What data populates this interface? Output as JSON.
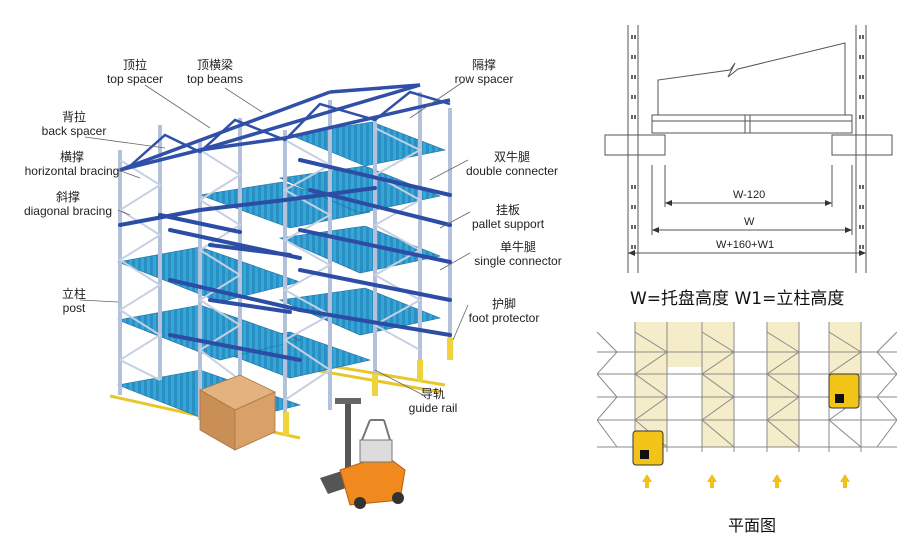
{
  "labels": {
    "top_spacer": {
      "zh": "顶拉",
      "en": "top spacer"
    },
    "top_beams": {
      "zh": "顶横梁",
      "en": "top beams"
    },
    "row_spacer": {
      "zh": "隔撑",
      "en": "row spacer"
    },
    "back_spacer": {
      "zh": "背拉",
      "en": "back spacer"
    },
    "horizontal_bracing": {
      "zh": "横撑",
      "en": "horizontal bracing"
    },
    "diagonal_bracing": {
      "zh": "斜撑",
      "en": "diagonal bracing"
    },
    "double_connecter": {
      "zh": "双牛腿",
      "en": "double connecter"
    },
    "pallet_support": {
      "zh": "挂板",
      "en": "pallet support"
    },
    "single_connector": {
      "zh": "单牛腿",
      "en": "single connector"
    },
    "post": {
      "zh": "立柱",
      "en": "post"
    },
    "foot_protector": {
      "zh": "护脚",
      "en": "foot protector"
    },
    "guide_rail": {
      "zh": "导轨",
      "en": "guide rail"
    }
  },
  "dimensions": {
    "d1": "W-120",
    "d2": "W",
    "d3": "W+160+W1"
  },
  "formula": "W=托盘高度  W1=立柱高度",
  "plan_caption": "平面图",
  "colors": {
    "upright": "#b9c7dd",
    "beam": "#2f4fa8",
    "deck": "#2e9fd4",
    "rail": "#f0d23a",
    "forklift": "#f08a1e",
    "plan_fill": "#f5edc9"
  }
}
